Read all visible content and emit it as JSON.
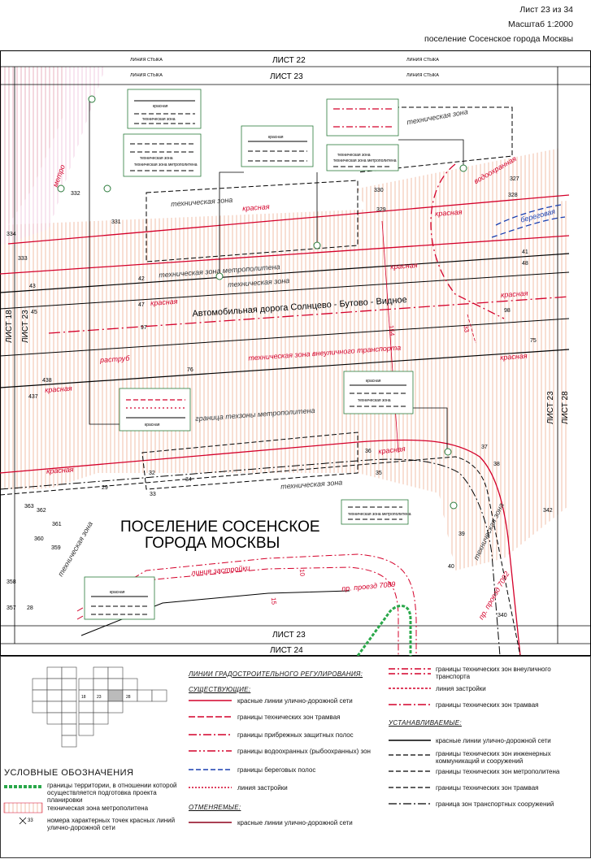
{
  "header": {
    "sheet": "Лист 23 из 34",
    "scale": "Масштаб 1:2000",
    "area": "поселение Сосенское города Москвы"
  },
  "map": {
    "sheet_top": "ЛИСТ 22",
    "sheet_current": "ЛИСТ 23",
    "sheet_bottom": "ЛИСТ 24",
    "sheet_left": "ЛИСТ 18",
    "sheet_left2": "ЛИСТ 23",
    "sheet_right": "ЛИСТ 28",
    "sheet_right2": "ЛИСТ 23",
    "seam": "ЛИНИЯ СТЫКА",
    "road": "Автомобильная дорога Солнцево - Бутово - Видное",
    "settlement_line1": "ПОСЕЛЕНИЕ СОСЕНСКОЕ",
    "settlement_line2": "ГОРОДА МОСКВЫ",
    "labels": {
      "red": "красная",
      "tech_zone": "техническая зона",
      "tech_zone_metro": "техническая зона метрополитена",
      "border_metro": "граница техзоны метрополитена",
      "offstreet": "техническая зона внеуличного транспорта",
      "bell": "раструб",
      "building_line": "линия застройки",
      "waterline": "водоохранная",
      "shore": "береговая",
      "passage1": "пр. проезд 7089",
      "passage2": "пр. проезд 7092",
      "metro_line": "метро",
      "dist1": "154",
      "dist2": "33",
      "dist3": "15",
      "dist4": "10"
    },
    "points": [
      "332",
      "331",
      "334",
      "333",
      "330",
      "329",
      "327",
      "328",
      "41",
      "48",
      "43",
      "45",
      "42",
      "47",
      "97",
      "98",
      "75",
      "76",
      "438",
      "437",
      "36",
      "35",
      "37",
      "38",
      "32",
      "34",
      "33",
      "29",
      "363",
      "362",
      "361",
      "360",
      "359",
      "358",
      "357",
      "28",
      "39",
      "40",
      "342",
      "340"
    ],
    "box_labels": {
      "red": "красная",
      "tech": "техническая зона",
      "metro": "техническая зона метрополитена"
    }
  },
  "legend": {
    "title": "УСЛОВНЫЕ ОБОЗНАЧЕНИЯ",
    "left_items": [
      "границы территории, в отношении которой осуществляется подготовка проекта планировки",
      "техническая зона метрополитена",
      "номера характерных точек красных линий улично-дорожной сети"
    ],
    "point_sample": "33",
    "section_title": "ЛИНИИ ГРАДОСТРОИТЕЛЬНОГО РЕГУЛИРОВАНИЯ:",
    "existing_head": "СУЩЕСТВУЮЩИЕ:",
    "existing": [
      "красные линии улично-дорожной сети",
      "границы технических зон трамвая",
      "границы прибрежных защитных полос",
      "границы водоохранных (рыбоохранных) зон",
      "границы береговых полос",
      "линия застройки"
    ],
    "cancelled_head": "ОТМЕНЯЕМЫЕ:",
    "cancelled": [
      "красные линии улично-дорожной сети"
    ],
    "right_top": [
      "границы технических зон внеуличного транспорта",
      "линия застройки",
      "границы технических зон трамвая"
    ],
    "established_head": "УСТАНАВЛИВАЕМЫЕ:",
    "established": [
      "красные линии улично-дорожной сети",
      "границы технических зон инженерных коммуникаций и сооружений",
      "границы технических зон метрополитена",
      "границы технических зон трамвая",
      "граница зон транспортных сооружений"
    ],
    "mini_sheets": [
      "18",
      "23",
      "28"
    ]
  }
}
